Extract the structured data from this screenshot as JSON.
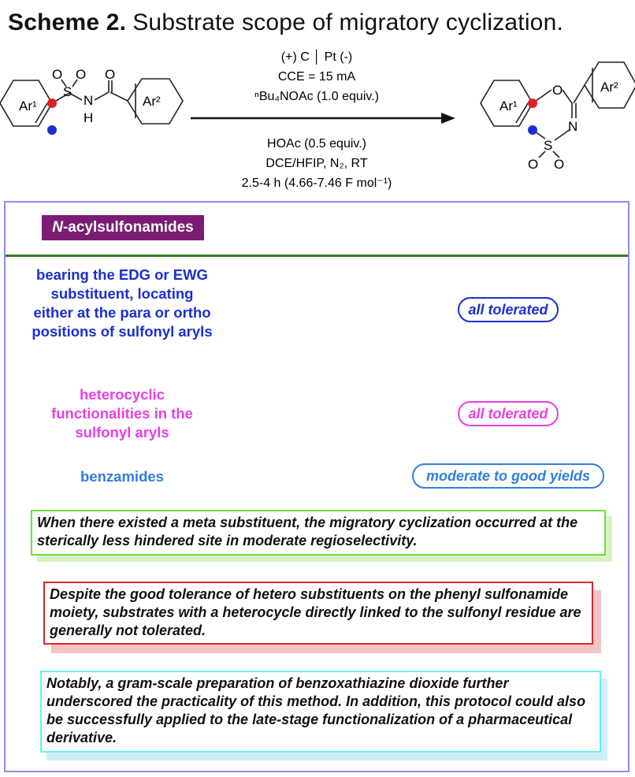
{
  "title": {
    "label": "Scheme 2.",
    "text": "Substrate scope of migratory cyclization."
  },
  "reaction": {
    "conditions_above": [
      "(+) C │ Pt (-)",
      "CCE = 15 mA",
      "ⁿBu₄NOAc (1.0 equiv.)"
    ],
    "conditions_below": [
      "HOAc (0.5 equiv.)",
      "DCE/HFIP, N₂, RT",
      "2.5-4 h  (4.66-7.46 F mol⁻¹)"
    ],
    "reactant_labels": {
      "ar1": "Ar¹",
      "ar2": "Ar²",
      "o1": "O",
      "s": "S",
      "o2": "O",
      "o3": "O",
      "n": "N",
      "h": "H"
    },
    "product_labels": {
      "ar1": "Ar¹",
      "ar2": "Ar²",
      "o_ring": "O",
      "n": "N",
      "s": "S",
      "o_a": "O",
      "o_b": "O"
    }
  },
  "panel": {
    "tag_italic": "N",
    "tag_rest": "-acylsulfonamides",
    "rows": [
      {
        "text": "bearing the EDG or EWG substituent, locating either at the para or ortho positions of sulfonyl aryls",
        "result": "all tolerated",
        "color": "#1a2fd4"
      },
      {
        "text": "heterocyclic functionalities in the sulfonyl aryls",
        "result": "all tolerated",
        "color": "#e83ee8"
      },
      {
        "text": "benzamides",
        "result": "moderate to good yields",
        "color": "#2f7fe0"
      }
    ],
    "notes": [
      {
        "text": "When there existed a meta substituent, the migratory cyclization occurred at the sterically less hindered site in moderate regioselectivity.",
        "border": "#6fe03c",
        "shadow": "#d9f2c4"
      },
      {
        "text": "Despite the good tolerance of hetero substituents on the phenyl sulfonamide moiety, substrates with a heterocycle directly linked to the sulfonyl residue are generally not tolerated.",
        "border": "#d42a2a",
        "shadow": "#f4c4c4"
      },
      {
        "text": "Notably, a gram-scale preparation of benzoxathiazine dioxide further underscored the practicality of this method. In addition, this protocol could also be successfully applied to the late-stage functionalization of a pharmaceutical derivative.",
        "border": "#6ef0f0",
        "shadow": "#cdeffa"
      }
    ]
  }
}
